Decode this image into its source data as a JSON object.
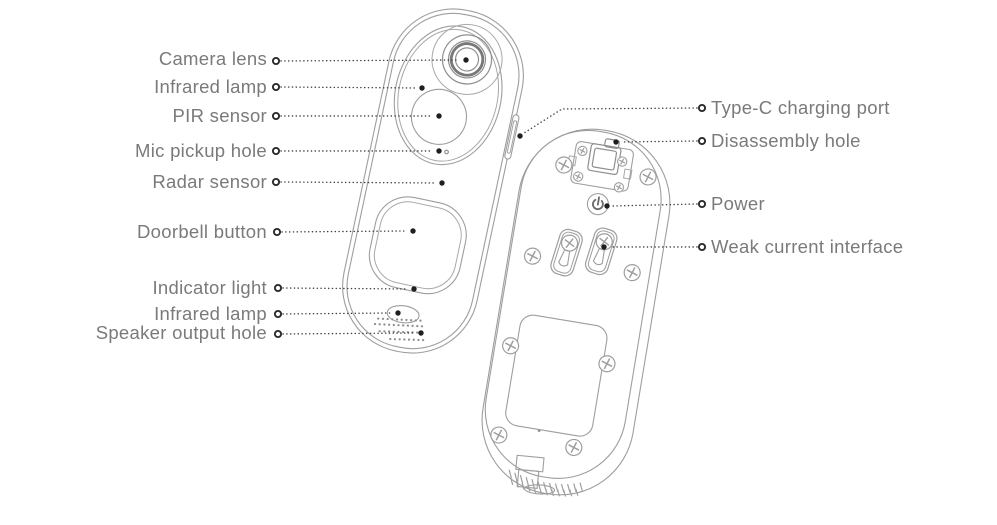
{
  "figure": {
    "type": "product-callout-diagram",
    "subject": "smart video doorbell front and back views"
  },
  "labels": {
    "left": [
      {
        "id": "camera-lens",
        "text": "Camera lens"
      },
      {
        "id": "infrared-lamp-top",
        "text": "Infrared lamp"
      },
      {
        "id": "pir-sensor",
        "text": "PIR sensor"
      },
      {
        "id": "mic-pickup-hole",
        "text": "Mic pickup hole"
      },
      {
        "id": "radar-sensor",
        "text": "Radar sensor"
      },
      {
        "id": "doorbell-button",
        "text": "Doorbell button"
      },
      {
        "id": "indicator-light",
        "text": "Indicator light"
      },
      {
        "id": "infrared-lamp-bottom",
        "text": "Infrared lamp"
      },
      {
        "id": "speaker-output-hole",
        "text": "Speaker output hole"
      }
    ],
    "right": [
      {
        "id": "type-c-charging-port",
        "text": "Type-C charging port"
      },
      {
        "id": "disassembly-hole",
        "text": "Disassembly hole"
      },
      {
        "id": "power",
        "text": "Power"
      },
      {
        "id": "weak-current-interface",
        "text": "Weak current interface"
      }
    ]
  },
  "colors": {
    "label_text": "#7a7a7a",
    "drawing_line": "#9e9e9e",
    "leader_line": "#3f3f3f"
  }
}
